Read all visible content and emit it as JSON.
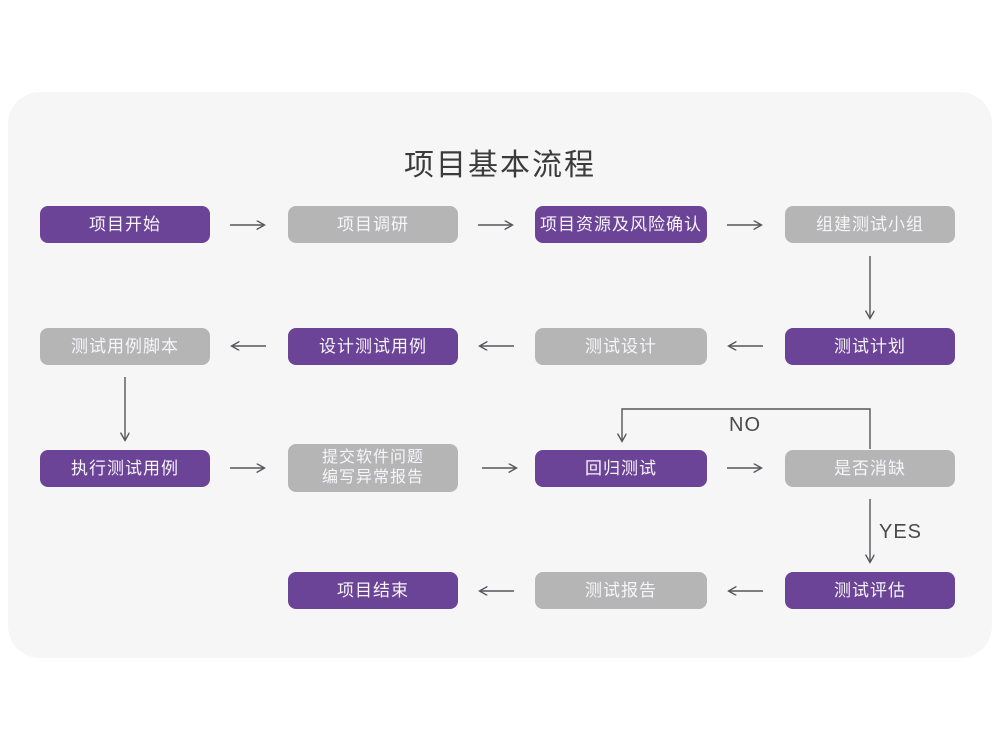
{
  "title": "项目基本流程",
  "colors": {
    "node_purple": "#6b4397",
    "node_gray": "#b5b5b5",
    "card_background": "#f6f6f7",
    "arrow": "#56565a",
    "node_text": "#f7f5fa"
  },
  "edge_labels": {
    "no": "NO",
    "yes": "YES"
  },
  "nodes": [
    {
      "id": "project-start",
      "label": "项目开始",
      "type": "purple"
    },
    {
      "id": "project-research",
      "label": "项目调研",
      "type": "gray"
    },
    {
      "id": "resource-risk",
      "label": "项目资源及风险确认",
      "type": "purple"
    },
    {
      "id": "build-test-team",
      "label": "组建测试小组",
      "type": "gray"
    },
    {
      "id": "test-plan",
      "label": "测试计划",
      "type": "purple"
    },
    {
      "id": "test-design",
      "label": "测试设计",
      "type": "gray"
    },
    {
      "id": "design-test-case",
      "label": "设计测试用例",
      "type": "purple"
    },
    {
      "id": "test-case-script",
      "label": "测试用例脚本",
      "type": "gray"
    },
    {
      "id": "execute-test-case",
      "label": "执行测试用例",
      "type": "purple"
    },
    {
      "id": "submit-issue-report",
      "label_line1": "提交软件问题",
      "label_line2": "编写异常报告",
      "type": "gray"
    },
    {
      "id": "regression-test",
      "label": "回归测试",
      "type": "purple"
    },
    {
      "id": "defect-eliminated",
      "label": "是否消缺",
      "type": "gray"
    },
    {
      "id": "test-evaluate",
      "label": "测试评估",
      "type": "purple"
    },
    {
      "id": "test-report",
      "label": "测试报告",
      "type": "gray"
    },
    {
      "id": "project-end",
      "label": "项目结束",
      "type": "purple"
    }
  ]
}
